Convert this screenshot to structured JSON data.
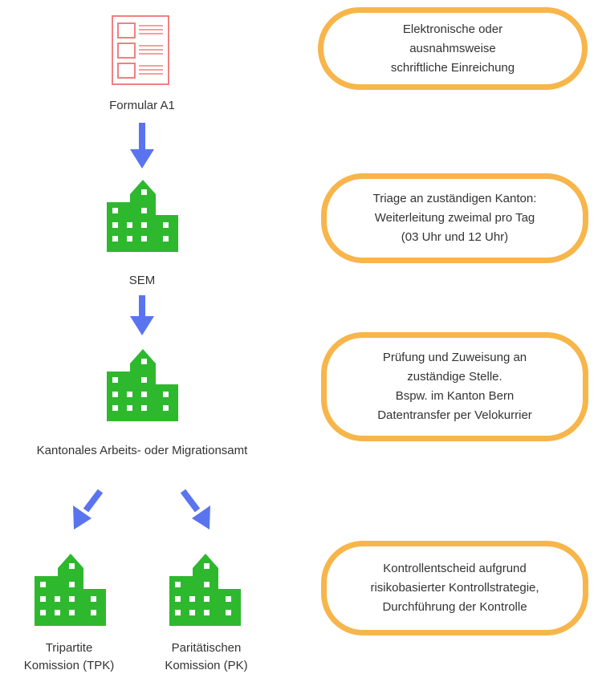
{
  "nodes": {
    "formular": "Formular A1",
    "sem": "SEM",
    "kanton": "Kantonales Arbeits- oder Migrationsamt",
    "tpk": [
      "Tripartite",
      "Komission (TPK)"
    ],
    "pk": [
      "Paritätischen",
      "Komission (PK)"
    ]
  },
  "notes": [
    [
      "Elektronische oder",
      "ausnahmsweise",
      "schriftliche Einreichung"
    ],
    [
      "Triage an zuständigen Kanton:",
      "Weiterleitung zweimal pro Tag",
      "(03 Uhr und 12 Uhr)"
    ],
    [
      "Prüfung und Zuweisung an",
      "zuständige Stelle.",
      "Bspw. im Kanton Bern",
      "Datentransfer per Velokurrier"
    ],
    [
      "Kontrollentscheid aufgrund",
      "risikobasierter Kontrollstrategie,",
      "Durchführung der Kontrolle"
    ]
  ],
  "colors": {
    "arrow": "#5a74f0",
    "building": "#2eb82e",
    "document": "#f08080",
    "box_border": "#f7b54a"
  }
}
